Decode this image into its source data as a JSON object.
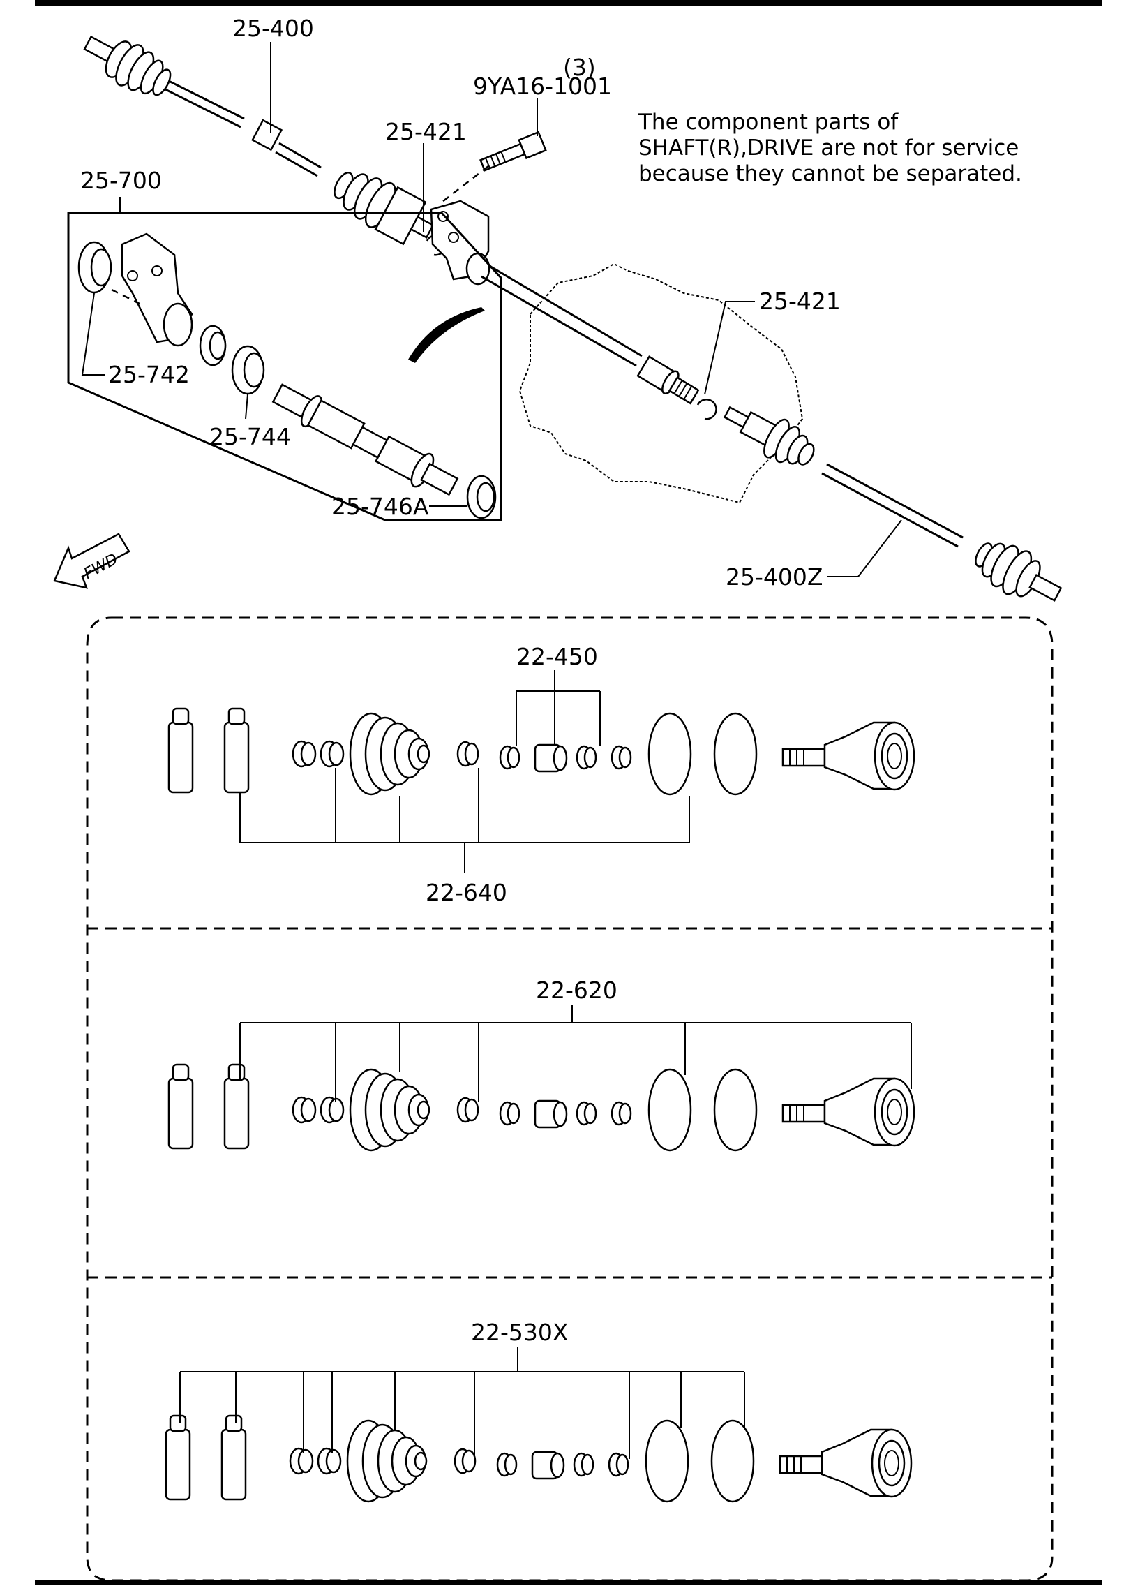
{
  "callouts": {
    "shaft_left": "25-400",
    "bolt_qty": "(3)",
    "bolt": "9YA16-1001",
    "clip_upper": "25-421",
    "bearing_assy": "25-700",
    "clip_lower": "25-421",
    "seal": "25-742",
    "bearing": "25-744",
    "inner_shaft": "25-746A",
    "shaft_right": "25-400Z",
    "fwd": "FWD"
  },
  "note": {
    "line1": "The component parts of",
    "line2": "SHAFT(R),DRIVE are not for service",
    "line3": "because they cannot be separated."
  },
  "kits": {
    "kit1_upper": "22-450",
    "kit1_lower": "22-640",
    "kit2": "22-620",
    "kit3": "22-530X"
  }
}
